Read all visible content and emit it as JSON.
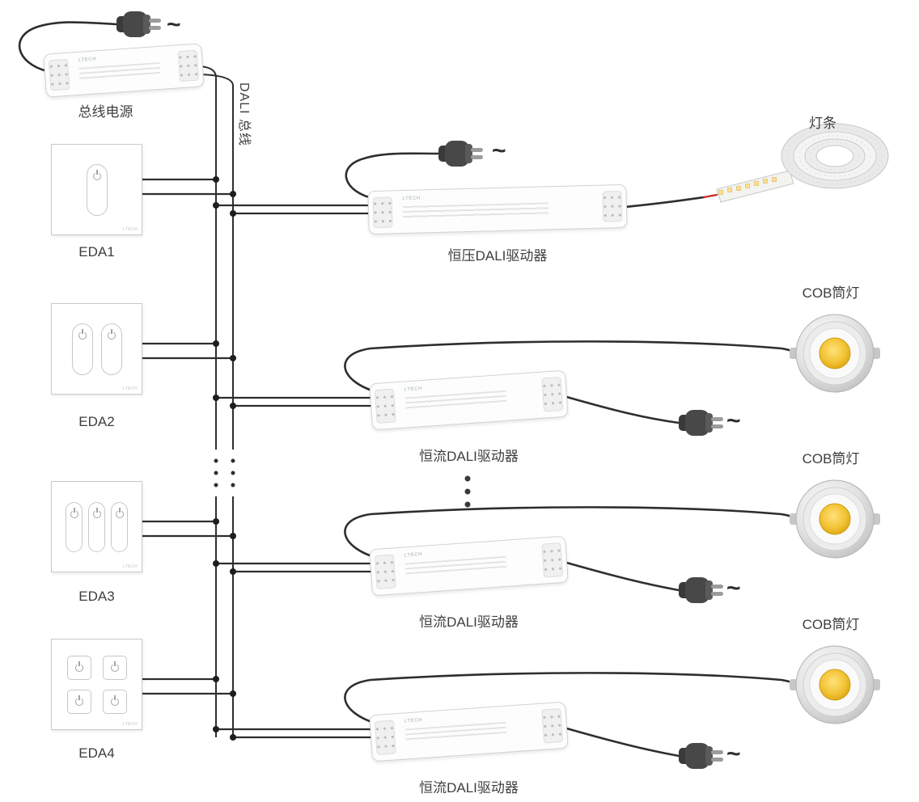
{
  "diagram": {
    "brand": "LTECH",
    "ac_symbol": "~",
    "bus": {
      "label": "DALI 总线"
    },
    "power_supply": {
      "label": "总线电源"
    },
    "panels": [
      {
        "label": "EDA1",
        "button_count": 1
      },
      {
        "label": "EDA2",
        "button_count": 2
      },
      {
        "label": "EDA3",
        "button_count": 3
      },
      {
        "label": "EDA4",
        "button_count": 4
      }
    ],
    "drivers": {
      "constant_voltage": {
        "label": "恒压DALI驱动器",
        "load": {
          "label": "灯条"
        }
      },
      "constant_current": [
        {
          "label": "恒流DALI驱动器",
          "load": {
            "label": "COB筒灯"
          }
        },
        {
          "label": "恒流DALI驱动器",
          "load": {
            "label": "COB筒灯"
          }
        },
        {
          "label": "恒流DALI驱动器",
          "load": {
            "label": "COB筒灯"
          }
        }
      ]
    }
  }
}
